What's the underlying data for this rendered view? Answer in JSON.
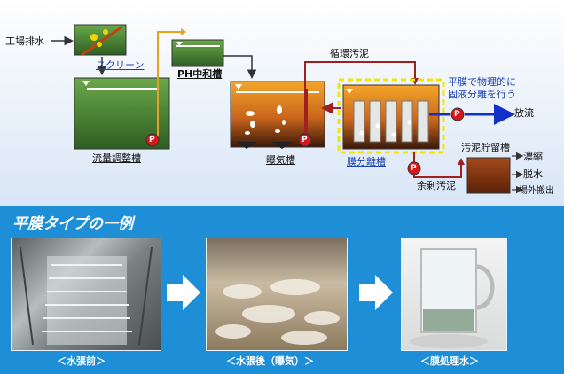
{
  "diagram": {
    "labels": {
      "factory_wastewater": "工場排水",
      "screen": "スクリーン",
      "ph_neutralization_tank": "PH中和槽",
      "flow_equalization_tank": "流量調整槽",
      "aeration_tank": "曝気槽",
      "membrane_separation_tank": "膜分離槽",
      "return_sludge": "循環汚泥",
      "excess_sludge": "余剰汚泥",
      "sludge_storage_tank": "汚泥貯留槽",
      "discharge": "放流",
      "concentration": "濃縮",
      "dewatering": "脱水",
      "offsite_disposal": "場外搬出",
      "pump_symbol": "P"
    },
    "callout": {
      "line1": "平膜で物理的に",
      "line2": "固液分離を行う"
    }
  },
  "section": {
    "title": "平膜タイプの一例"
  },
  "photos": [
    {
      "caption": "＜水張前＞"
    },
    {
      "caption": "＜水張後（曝気）＞"
    },
    {
      "caption": "＜膜処理水＞"
    }
  ],
  "colors": {
    "pipe_orange": "#e8a020",
    "pipe_red": "#a02020",
    "discharge_blue": "#1030c8",
    "callout_yellow": "#f5e400",
    "section_bg": "#1e8fd6"
  }
}
